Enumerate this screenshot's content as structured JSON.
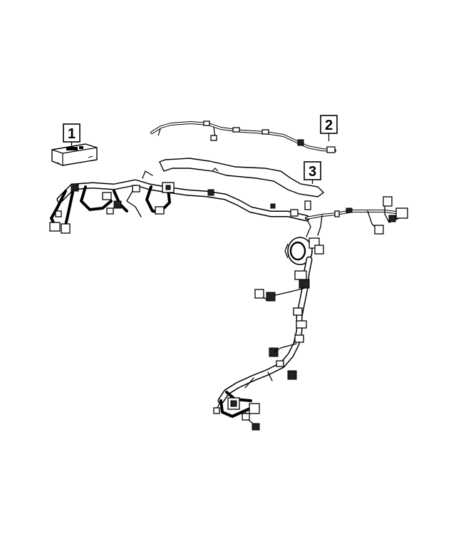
{
  "callouts": [
    {
      "id": "1",
      "label": "1"
    },
    {
      "id": "2",
      "label": "2"
    },
    {
      "id": "3",
      "label": "3"
    }
  ],
  "parts": [
    {
      "callout": "1",
      "icon": "fuse-box-icon"
    },
    {
      "callout": "2",
      "icon": "wiring-harness-strip-icon"
    },
    {
      "callout": "3",
      "icon": "harness-cover-icon"
    }
  ],
  "colors": {
    "line": "#000000",
    "background": "#ffffff"
  }
}
